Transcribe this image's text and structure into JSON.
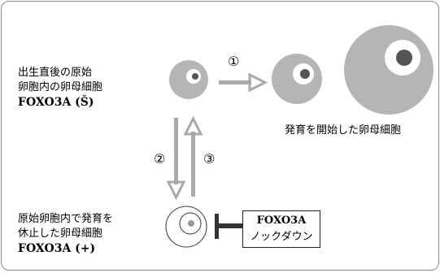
{
  "left_top_label": {
    "line1": "出生直後の原始",
    "line2": "卵胞内の卵母細胞",
    "line3": "FOXO3A (Š)"
  },
  "left_bottom_label": {
    "line1": "原始卵胞内で発育を",
    "line2": "休止した卵母細胞",
    "line3": "FOXO3A (+)"
  },
  "growing_label": "発育を開始した卵母細胞",
  "arrow_numbers": {
    "one": "①",
    "two": "②",
    "three": "③"
  },
  "knockdown_box": {
    "line1": "FOXO3A",
    "line2": "ノックダウン"
  },
  "colors": {
    "oocyte_gray": "#b5b5b5",
    "arrow_gray": "#a9a9a9",
    "nucleus_dark": "#555555"
  }
}
